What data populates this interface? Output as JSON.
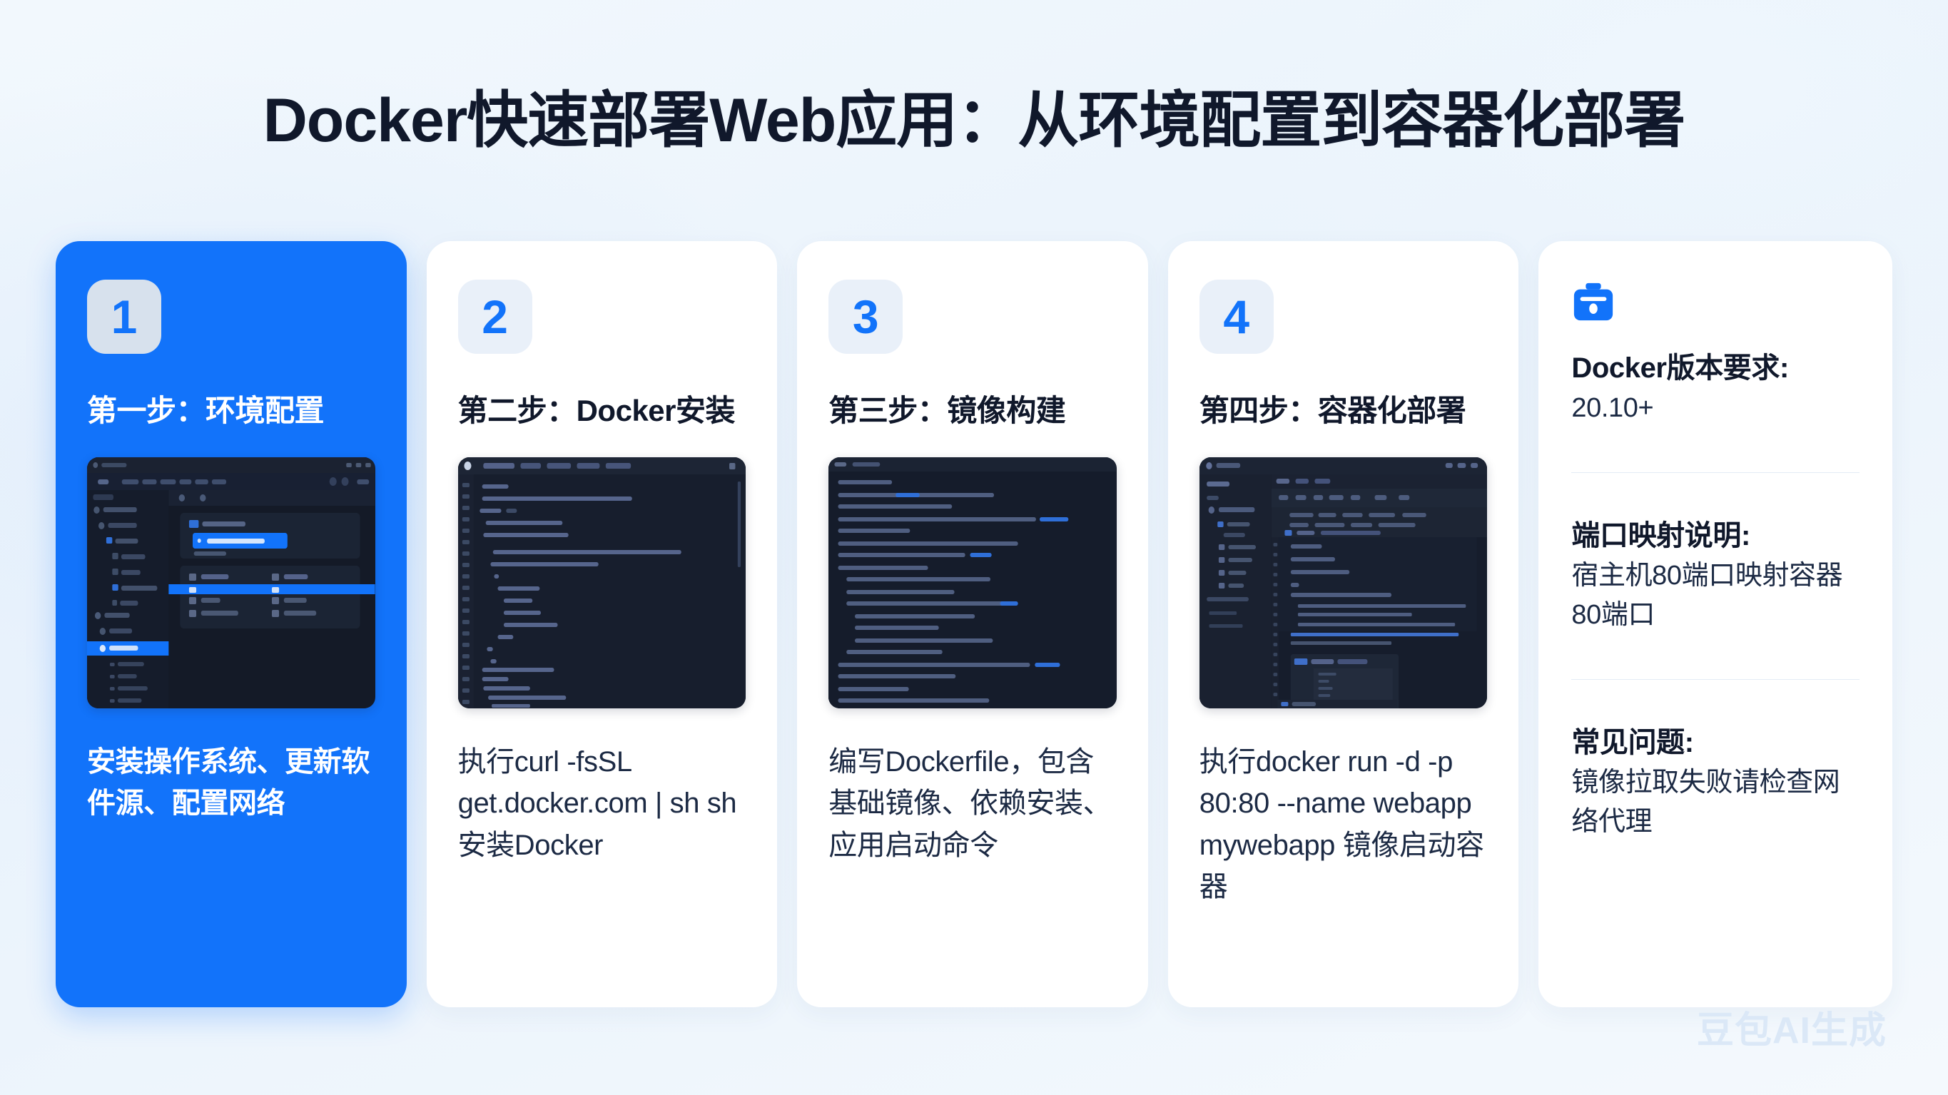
{
  "page": {
    "title": "Docker快速部署Web应用：从环境配置到容器化部署",
    "watermark": "豆包AI生成",
    "accent_color": "#1273fa",
    "background_color": "#eaf3fc",
    "text_color": "#10182b"
  },
  "steps": [
    {
      "badge": "1",
      "title": "第一步：环境配置",
      "description": "安装操作系统、更新软件源、配置网络",
      "thumbnail": "file-manager-dark-screenshot",
      "active": true
    },
    {
      "badge": "2",
      "title": "第二步：Docker安装",
      "description": "执行curl -fsSL get.docker.com | sh sh安装Docker",
      "thumbnail": "code-editor-dark-screenshot",
      "active": false
    },
    {
      "badge": "3",
      "title": "第三步：镜像构建",
      "description": "编写Dockerfile，包含基础镜像、依赖安装、应用启动命令",
      "thumbnail": "dockerfile-editor-dark-screenshot",
      "active": false
    },
    {
      "badge": "4",
      "title": "第四步：容器化部署",
      "description": "执行docker run -d -p 80:80 --name webapp mywebapp 镜像启动容器",
      "thumbnail": "ide-terminal-dark-screenshot",
      "active": false
    }
  ],
  "info_panel": {
    "icon": "toolbox-icon",
    "blocks": [
      {
        "heading": "Docker版本要求:",
        "body": "20.10+"
      },
      {
        "heading": "端口映射说明:",
        "body": "宿主机80端口映射容器80端口"
      },
      {
        "heading": "常见问题:",
        "body": "镜像拉取失败请检查网络代理"
      }
    ]
  }
}
